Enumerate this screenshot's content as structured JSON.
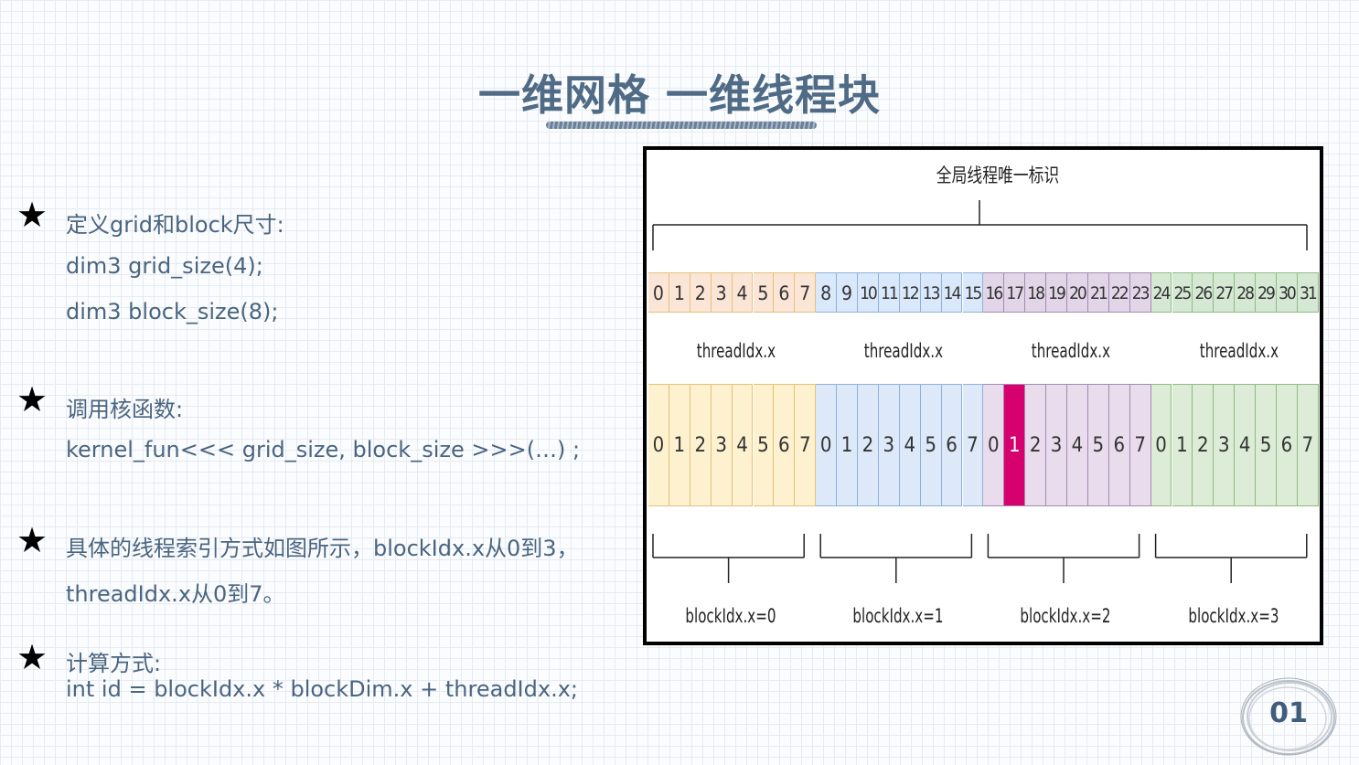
{
  "slide": {
    "title": "一维网格 一维线程块",
    "page_number": "01"
  },
  "bullets": [
    {
      "lines": [
        "定义grid和block尺寸:",
        "dim3 grid_size(4);",
        "dim3 block_size(8);"
      ]
    },
    {
      "lines": [
        "调用核函数:",
        "kernel_fun<<< grid_size, block_size >>>(…) ;"
      ]
    },
    {
      "lines": [
        "具体的线程索引方式如图所示，blockIdx.x从0到3，",
        "threadIdx.x从0到7。"
      ]
    },
    {
      "lines": [
        "计算方式:",
        "int id = blockIdx.x * blockDim.x + threadIdx.x;"
      ]
    }
  ],
  "diagram": {
    "top_label": "全局线程唯一标识",
    "global_ids": [
      "0",
      "1",
      "2",
      "3",
      "4",
      "5",
      "6",
      "7",
      "8",
      "9",
      "10",
      "11",
      "12",
      "13",
      "14",
      "15",
      "16",
      "17",
      "18",
      "19",
      "20",
      "21",
      "22",
      "23",
      "24",
      "25",
      "26",
      "27",
      "28",
      "29",
      "30",
      "31"
    ],
    "thread_label": "threadIdx.x",
    "thread_ids": [
      "0",
      "1",
      "2",
      "3",
      "4",
      "5",
      "6",
      "7"
    ],
    "blocks": [
      {
        "label": "blockIdx.x=0",
        "fill": "#fdf1cf",
        "strong": "#fbe5d6",
        "line": "#e2c27a"
      },
      {
        "label": "blockIdx.x=1",
        "fill": "#dde9f8",
        "strong": "#dae8fc",
        "line": "#8fb0d8"
      },
      {
        "label": "blockIdx.x=2",
        "fill": "#e8dced",
        "strong": "#e1d5e7",
        "line": "#a48bb0"
      },
      {
        "label": "blockIdx.x=3",
        "fill": "#dcecd6",
        "strong": "#d5e8d4",
        "line": "#92b983"
      }
    ],
    "highlight_color": "#d6006e"
  }
}
